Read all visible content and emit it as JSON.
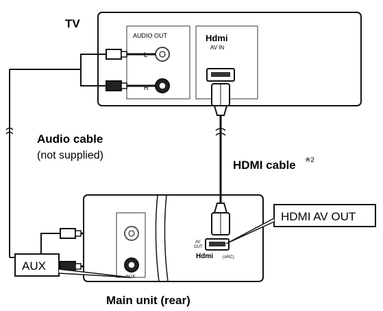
{
  "tv": {
    "label": "TV",
    "audio_out_label": "AUDIO OUT",
    "port_left": "L",
    "port_right": "R",
    "hdmi_logo": "Hdmi",
    "hdmi_port_label": "AV IN"
  },
  "cables": {
    "audio_title": "Audio cable",
    "audio_note": "(not supplied)",
    "hdmi_title": "HDMI cable",
    "hdmi_note": "※2"
  },
  "main_unit": {
    "caption": "Main unit (rear)",
    "aux_port_label": "AUX",
    "hdmi_port_small_1": "AV",
    "hdmi_port_small_2": "OUT",
    "hdmi_logo": "Hdmi",
    "arc_label": "(ARC)"
  },
  "callouts": {
    "hdmi_av_out": "HDMI AV OUT",
    "aux": "AUX"
  },
  "colors": {
    "line": "#111111",
    "panel_fill": "#ffffff",
    "background": "#ffffff"
  }
}
